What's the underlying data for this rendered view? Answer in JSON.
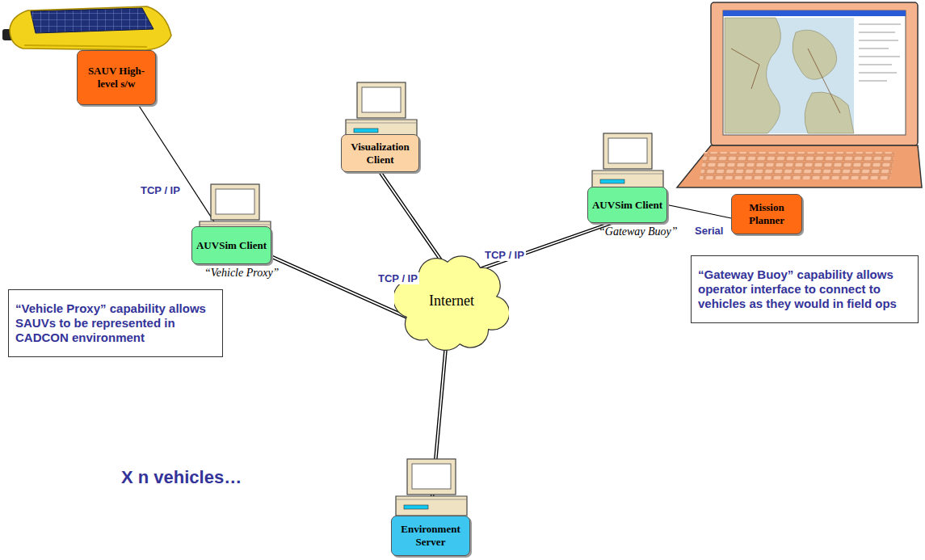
{
  "diagram": {
    "nodes": [
      {
        "text": [
          "SAUV High- level s/w"
        ]
      },
      {
        "text": [
          "Visualization Client"
        ]
      },
      {
        "text": [
          "AUVSim Client"
        ]
      },
      {
        "text": [
          "Mission Planner"
        ]
      },
      {
        "text": [
          "AUVSim Client"
        ]
      },
      {
        "text": [
          "Internet"
        ]
      },
      {
        "text": [
          "“Gateway Buoy” capability allows operator interface to connect to vehicles as they would in field ops"
        ]
      },
      {
        "text": [
          "“Vehicle Proxy” capability allows SAUVs to be represented in CADCON environment"
        ]
      },
      {
        "text": [
          "Environment Server"
        ]
      }
    ],
    "edges": [
      {
        "from": 0,
        "to": 4,
        "label": "TCP / IP",
        "arrow": "none"
      },
      {
        "from": 4,
        "to": 5,
        "label": "TCP / IP",
        "arrow": "none"
      },
      {
        "from": 1,
        "to": 5,
        "arrow": "none"
      },
      {
        "from": 2,
        "to": 5,
        "label": "TCP / IP",
        "arrow": "none"
      },
      {
        "from": 2,
        "to": 3,
        "label": "Serial",
        "arrow": "none"
      },
      {
        "from": 8,
        "to": 5,
        "arrow": "none"
      }
    ],
    "labels": [
      "“Gateway Buoy”",
      "“Vehicle Proxy”",
      "X n vehicles…"
    ]
  }
}
